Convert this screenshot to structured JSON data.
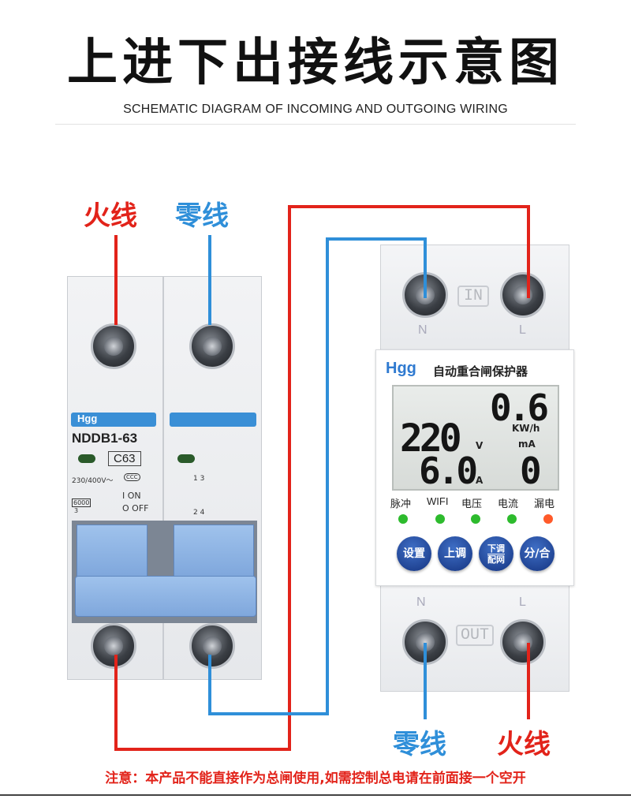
{
  "header": {
    "title": "上进下出接线示意图",
    "subtitle": "SCHEMATIC DIAGRAM OF INCOMING AND OUTGOING WIRING"
  },
  "wire_labels": {
    "top_live": "火线",
    "top_neutral": "零线",
    "bottom_neutral": "零线",
    "bottom_live": "火线"
  },
  "breaker": {
    "brand": "Hgg",
    "model": "NDDB1-63",
    "rating": "C63",
    "voltage": "230/400V～",
    "cert": "CCC",
    "capacity": "6000",
    "class": "3",
    "on_label": "I ON",
    "off_label": "O OFF",
    "pole_top": "1  3",
    "pole_bottom": "2  4"
  },
  "device": {
    "brand": "Hgg",
    "name": "自动重合闸保护器",
    "in_label": "IN",
    "out_label": "OUT",
    "terminal_n": "N",
    "terminal_l": "L",
    "display": {
      "power": "0.6",
      "power_unit": "KW/h",
      "voltage": "220",
      "voltage_unit": "V",
      "leak_unit": "mA",
      "current": "6.0",
      "current_unit": "A",
      "leak": "0"
    },
    "indicators": [
      {
        "label": "脉冲",
        "color": "#2dbb2d"
      },
      {
        "label": "WIFI",
        "color": "#2dbb2d"
      },
      {
        "label": "电压",
        "color": "#2dbb2d"
      },
      {
        "label": "电流",
        "color": "#2dbb2d"
      },
      {
        "label": "漏电",
        "color": "#ff5a2a"
      }
    ],
    "buttons": {
      "set": "设置",
      "up": "上调",
      "down_top": "下调",
      "down_bottom": "配网",
      "toggle": "分/合"
    }
  },
  "colors": {
    "live_wire": "#e2231a",
    "neutral_wire": "#2f8fd9"
  },
  "footer": {
    "note": "注意：本产品不能直接作为总闸使用,如需控制总电请在前面接一个空开"
  }
}
